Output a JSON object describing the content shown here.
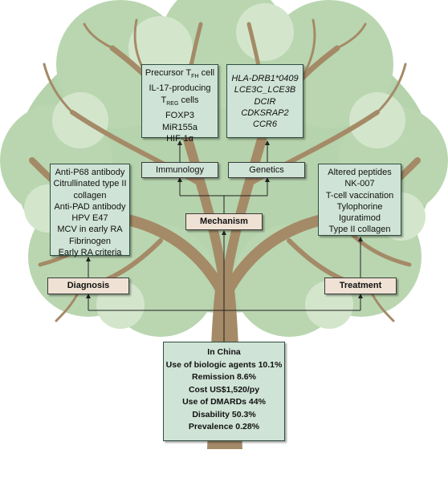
{
  "colors": {
    "canopy": "#b9d6b0",
    "canopy_light": "#d9ead4",
    "trunk": "#a58a67",
    "box_fill": "#cfe3d6",
    "label_fill": "#efe2d4",
    "border": "#2f4f3f"
  },
  "labels": {
    "immunology": "Immunology",
    "genetics": "Genetics",
    "mechanism": "Mechanism",
    "diagnosis": "Diagnosis",
    "treatment": "Treatment"
  },
  "immunology_box": {
    "precursor_prefix": "Precursor T",
    "precursor_sub": "FH",
    "precursor_suffix": " cell",
    "il17": "IL-17-producing",
    "treg_prefix": "T",
    "treg_sub": "REG",
    "treg_suffix": " cells",
    "items": [
      "FOXP3",
      "MiR155a",
      "HIF-1α"
    ]
  },
  "genetics_box": {
    "items": [
      "HLA-DRB1*0409",
      "LCE3C_LCE3B",
      "DCIR",
      "CDKSRAP2",
      "CCR6"
    ]
  },
  "diagnosis_box": {
    "items": [
      "Anti-P68 antibody",
      "Citrullinated type II",
      "collagen",
      "Anti-PAD antibody",
      "HPV E47",
      "MCV in early RA",
      "Fibrinogen",
      "Early RA criteria"
    ]
  },
  "treatment_box": {
    "items": [
      "Altered peptides",
      "NK-007",
      "T-cell vaccination",
      "Tylophorine",
      "Iguratimod",
      "Type II collagen"
    ]
  },
  "china_box": {
    "items": [
      "In China",
      "Use of biologic agents 10.1%",
      "Remission 8.6%",
      "Cost US$1,520/py",
      "Use of DMARDs 44%",
      "Disability 50.3%",
      "Prevalence 0.28%"
    ]
  }
}
